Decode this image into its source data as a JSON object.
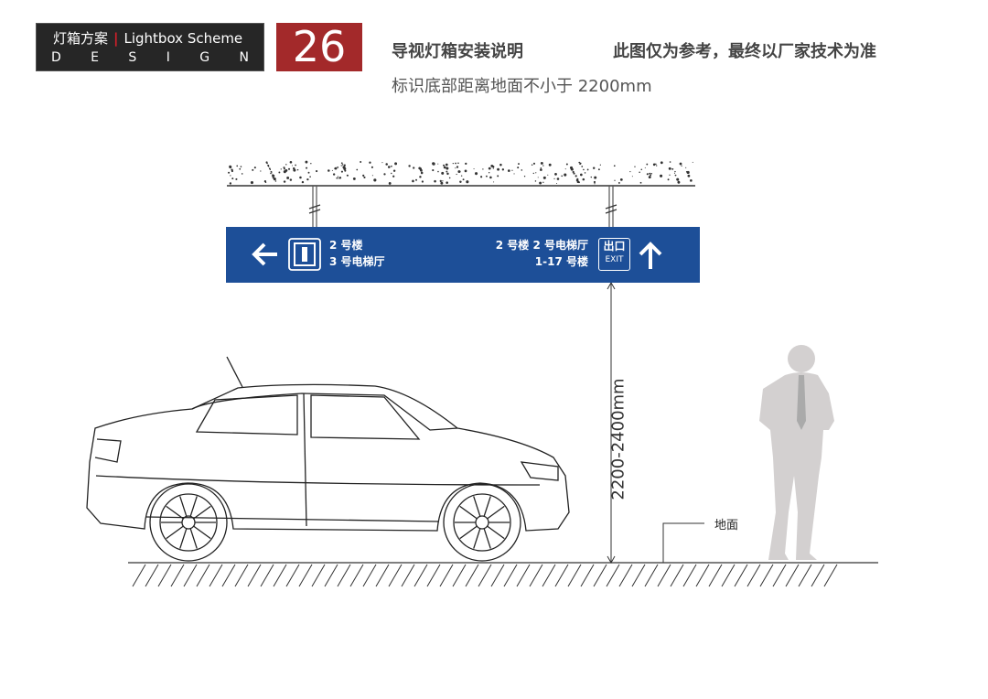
{
  "header": {
    "brand_cn": "灯箱方案",
    "brand_en": "Lightbox Scheme",
    "brand_letters": [
      "D",
      "E",
      "S",
      "I",
      "G",
      "N"
    ],
    "page_number": "26",
    "title": "导视灯箱安装说明",
    "note": "此图仅为参考，最终以厂家技术为准",
    "subtitle": "标识底部距离地面不小于 2200mm"
  },
  "sign": {
    "left_line1": "2 号楼",
    "left_line2": "3 号电梯厅",
    "right_line1": "2 号楼 2 号电梯厅",
    "right_line2": "1-17 号楼",
    "exit_cn": "出口",
    "exit_en": "EXIT",
    "color": "#1d4f98"
  },
  "dimension": "2200-2400mm",
  "ground_label": "地面"
}
